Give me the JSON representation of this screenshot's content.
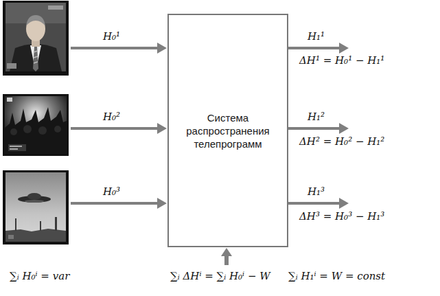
{
  "diagram": {
    "nodes": [
      {
        "text": [
          "Система распространения телепрограмм"
        ]
      }
    ],
    "labels": [
      "H₀¹",
      "H₀²",
      "H₀³",
      "H₁¹",
      "ΔH¹ = H₀¹ − H₁¹",
      "H₁²",
      "ΔH² = H₀² − H₁²",
      "H₁³",
      "ΔH³ = H₀³ − H₁³",
      "∑ᵢ H₀ⁱ = var",
      "∑ᵢ ΔHⁱ = ∑ᵢ H₀ⁱ − W",
      "∑ᵢ H₁ⁱ = W = const"
    ]
  }
}
